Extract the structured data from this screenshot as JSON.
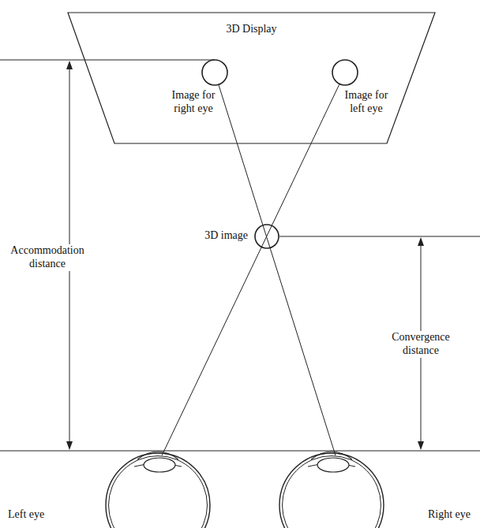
{
  "diagram": {
    "nodes": [
      {
        "text": [
          "3D Display"
        ]
      },
      {
        "text": [
          "Image for right eye"
        ],
        "in": 0
      },
      {
        "text": [
          "Image for left eye"
        ],
        "in": 0
      },
      {
        "text": [
          "3D image"
        ]
      },
      {
        "text": [
          "Left eye"
        ]
      },
      {
        "text": [
          "Right eye"
        ]
      }
    ],
    "edges": [
      {
        "from": 4,
        "to": 2,
        "arrow": "none"
      },
      {
        "from": 5,
        "to": 1,
        "arrow": "none"
      }
    ],
    "labels": [
      "Accommodation distance",
      "Convergence distance"
    ]
  }
}
